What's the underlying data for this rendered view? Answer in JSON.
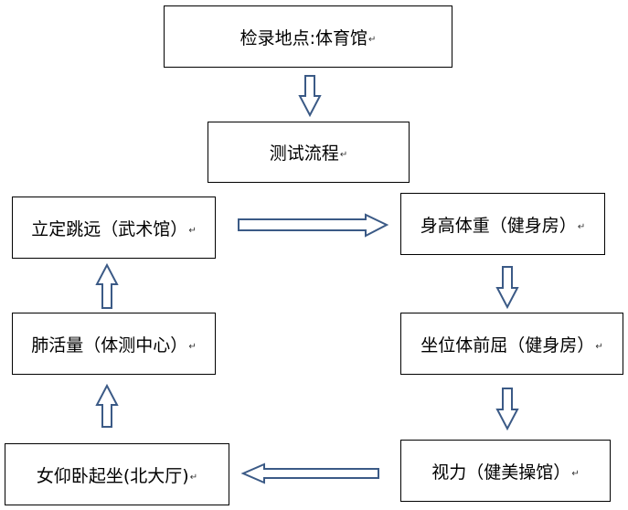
{
  "nodes": {
    "checkin": {
      "label": "检录地点:体育馆"
    },
    "process": {
      "label": "测试流程"
    },
    "longjump": {
      "label": "立定跳远（武术馆）"
    },
    "height": {
      "label": "身高体重（健身房）"
    },
    "lung": {
      "label": "肺活量（体测中心）"
    },
    "sitreach": {
      "label": "坐位体前屈（健身房）"
    },
    "situp": {
      "label": "女仰卧起坐(北大厅)"
    },
    "vision": {
      "label": "视力（健美操馆）"
    }
  },
  "return_mark": "↵",
  "edges": [
    [
      "checkin",
      "process"
    ],
    [
      "longjump",
      "height"
    ],
    [
      "height",
      "sitreach"
    ],
    [
      "sitreach",
      "vision"
    ],
    [
      "vision",
      "situp"
    ],
    [
      "situp",
      "lung"
    ],
    [
      "lung",
      "longjump"
    ]
  ],
  "colors": {
    "arrow_stroke": "#3b5a86",
    "arrow_fill": "#ffffff",
    "box_border": "#000000"
  }
}
